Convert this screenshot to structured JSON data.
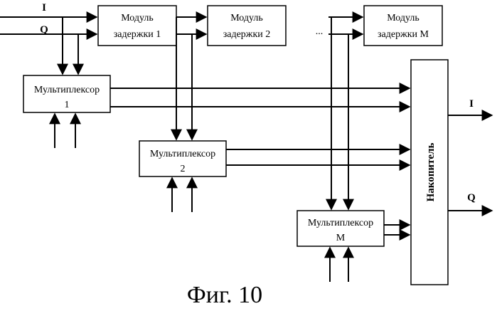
{
  "inputs": {
    "i_label": "I",
    "q_label": "Q"
  },
  "delay_modules": [
    {
      "line1": "Модуль",
      "line2": "задержки 1"
    },
    {
      "line1": "Модуль",
      "line2": "задержки 2"
    },
    {
      "line1": "Модуль",
      "line2": "задержки М"
    }
  ],
  "ellipsis": "...",
  "multiplexers": [
    {
      "line1": "Мультиплексор",
      "line2": "1"
    },
    {
      "line1": "Мультиплексор",
      "line2": "2"
    },
    {
      "line1": "Мультиплексор",
      "line2": "М"
    }
  ],
  "accumulator": {
    "label": "Накопитель"
  },
  "outputs": {
    "i_label": "I",
    "q_label": "Q"
  },
  "caption": "Фиг. 10"
}
